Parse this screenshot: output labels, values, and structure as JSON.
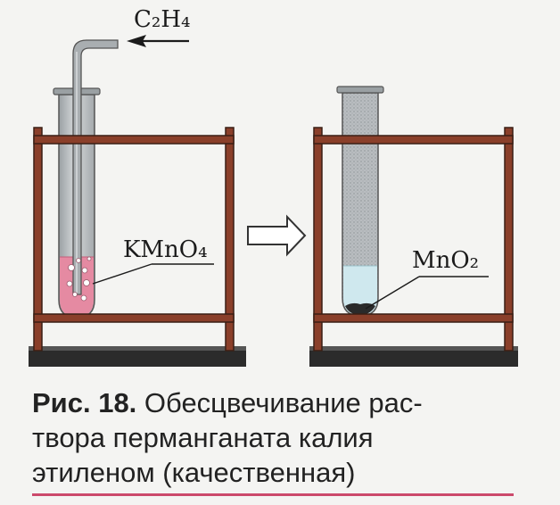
{
  "figure": {
    "gas_label": "C₂H₄",
    "left_reagent_label": "KMnO₄",
    "right_product_label": "MnO₂",
    "colors": {
      "stand_wood": "#8a3f2a",
      "stand_outline": "#3a1f14",
      "base": "#2b2b2b",
      "tube_glass": "#bfc3c6",
      "tube_shade": "#8f9598",
      "permanganate_solution": "#e58aa2",
      "decolorized_solution": "#cfe8ee",
      "precipitate": "#2a2a2a",
      "caption_rule": "#cc4a6c"
    }
  },
  "caption": {
    "label": "Рис. 18.",
    "line1_text": "Обесцвечивание рас-",
    "line2_text": "твора перманганата калия",
    "line3_text": "этиленом (качественная)"
  }
}
